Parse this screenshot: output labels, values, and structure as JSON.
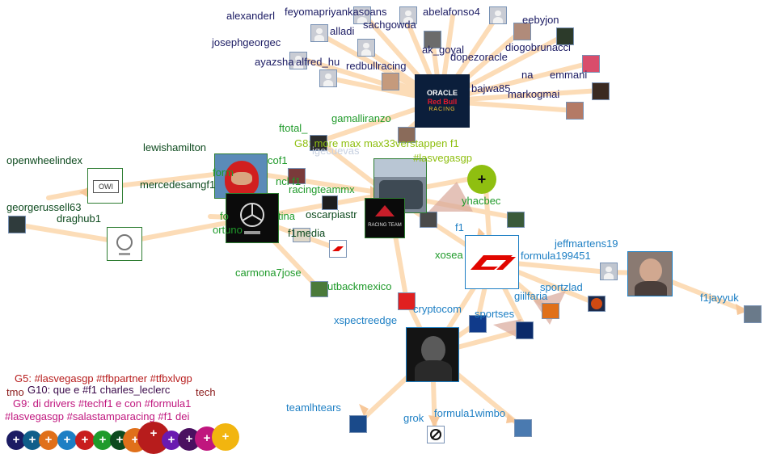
{
  "labels": {
    "alexanderl": "alexanderl",
    "feyoma": "feyomapriyankasoans",
    "abelafonso": "abelafonso4",
    "eebyjon": "eebyjon",
    "alladi": "alladi",
    "sachgowda": "sachgowda",
    "diogobrunacci": "diogobrunacci",
    "josephgeorgec": "josephgeorgec",
    "ak_goyal": "ak_goyal",
    "ayazsha": "ayazsha",
    "alfred_hu": "alfred_hu",
    "redbullracing": "redbullracing",
    "dopezoracle": "dopezoracle",
    "nab": "na",
    "emmani": "emmani",
    "bajwa85": "bajwa85",
    "markogmai": "markogmai",
    "gamalliranzo": "gamalliranzo",
    "ftotal": "ftotal_",
    "g8": "G8: more max max33verstappen f1",
    "igecuevas": "igecuevas",
    "lasvegasgp": "#lasvegasgp",
    "lewishamilton": "lewishamilton",
    "openwheelindex": "openwheelindex",
    "form": "form",
    "cof1": "cof1",
    "mercedesamgf1": "mercedesamgf1",
    "nclf1": "ncl f1",
    "racingteammx": "racingteammx",
    "yhacbec": "yhacbec",
    "georgerussell63": "georgerussell63",
    "draghub1": "draghub1",
    "fo": "fo",
    "tina": "tina",
    "oscarpiastri": "oscarpiastr",
    "f1": "f1",
    "ortuno": "ortuno",
    "f1media": "f1media",
    "jeffmartens19": "jeffmartens19",
    "xosea": "xosea",
    "formula199451": "formula199451",
    "carmona7jose": "carmona7jose",
    "sportzlad": "sportzlad",
    "utbackmexico": "utbackmexico",
    "giilfaria": "giilfaria",
    "f1jayyuk": "f1jayyuk",
    "cryptocom": "cryptocom",
    "sportses": "sportses",
    "xspectreedge": "xspectreedge",
    "teamlhtears": "teamlhtears",
    "grok": "grok",
    "formula1wimbo": "formula1wimbo"
  },
  "logos": {
    "owi": "OWI",
    "redbull_top": "ORACLE",
    "redbull_sub": "Red Bull",
    "redbull_racing": "RACING",
    "rbteam": "RACING TEAM"
  },
  "groups": {
    "g5": "G5: #lasvegasgp #tfbpartner #tfbxlvgp",
    "g10": "G10: que e #f1 charles_leclerc",
    "tmo": "tmo",
    "tech": "tech",
    "g9": "G9: di drivers #techf1 e con #formula1",
    "g9b": "#lasvegasgp #salastamparacing #f1 dei"
  },
  "buttons": {
    "plus": "+"
  },
  "colors": {
    "edge": "#fcd9b0",
    "arrow": "#f7c89a",
    "navy": "#1b1b63",
    "green": "#1f9a2a",
    "lime": "#8fbf10",
    "blue": "#1d7fc4",
    "red": "#b71c1c",
    "magenta": "#c0167e"
  }
}
